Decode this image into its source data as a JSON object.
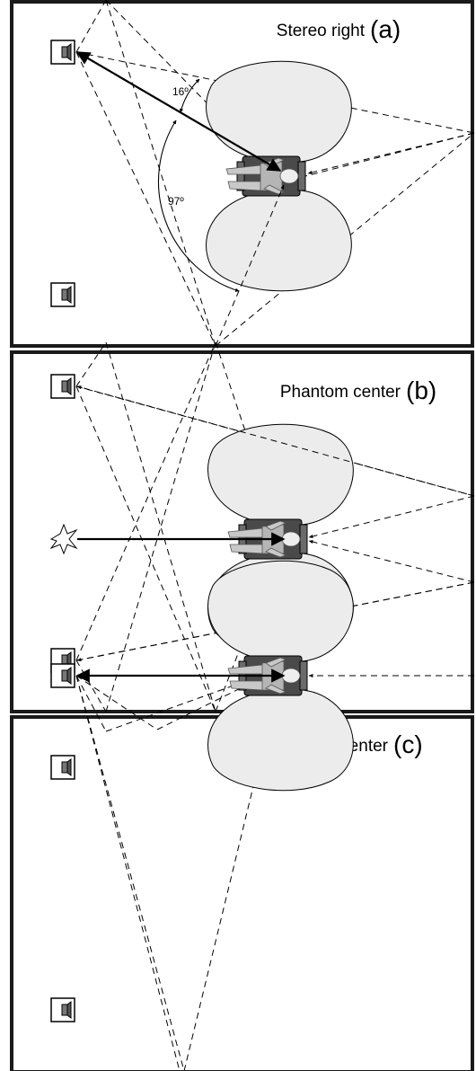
{
  "panels": [
    {
      "id": "a",
      "title": "Stereo right",
      "letter": "(a)",
      "angles": [
        "16º",
        "97º"
      ]
    },
    {
      "id": "b",
      "title": "Phantom center",
      "letter": "(b)"
    },
    {
      "id": "c",
      "title": "Real center",
      "letter": "(c)"
    }
  ],
  "icons": {
    "speaker": "loudspeaker-icon",
    "phantom_source": "burst-star-icon",
    "listener": "listener-in-chair-icon"
  },
  "colors": {
    "lobe_fill": "#ececec",
    "chair": "#4a4a4a",
    "listener": "#c8c8c8"
  }
}
